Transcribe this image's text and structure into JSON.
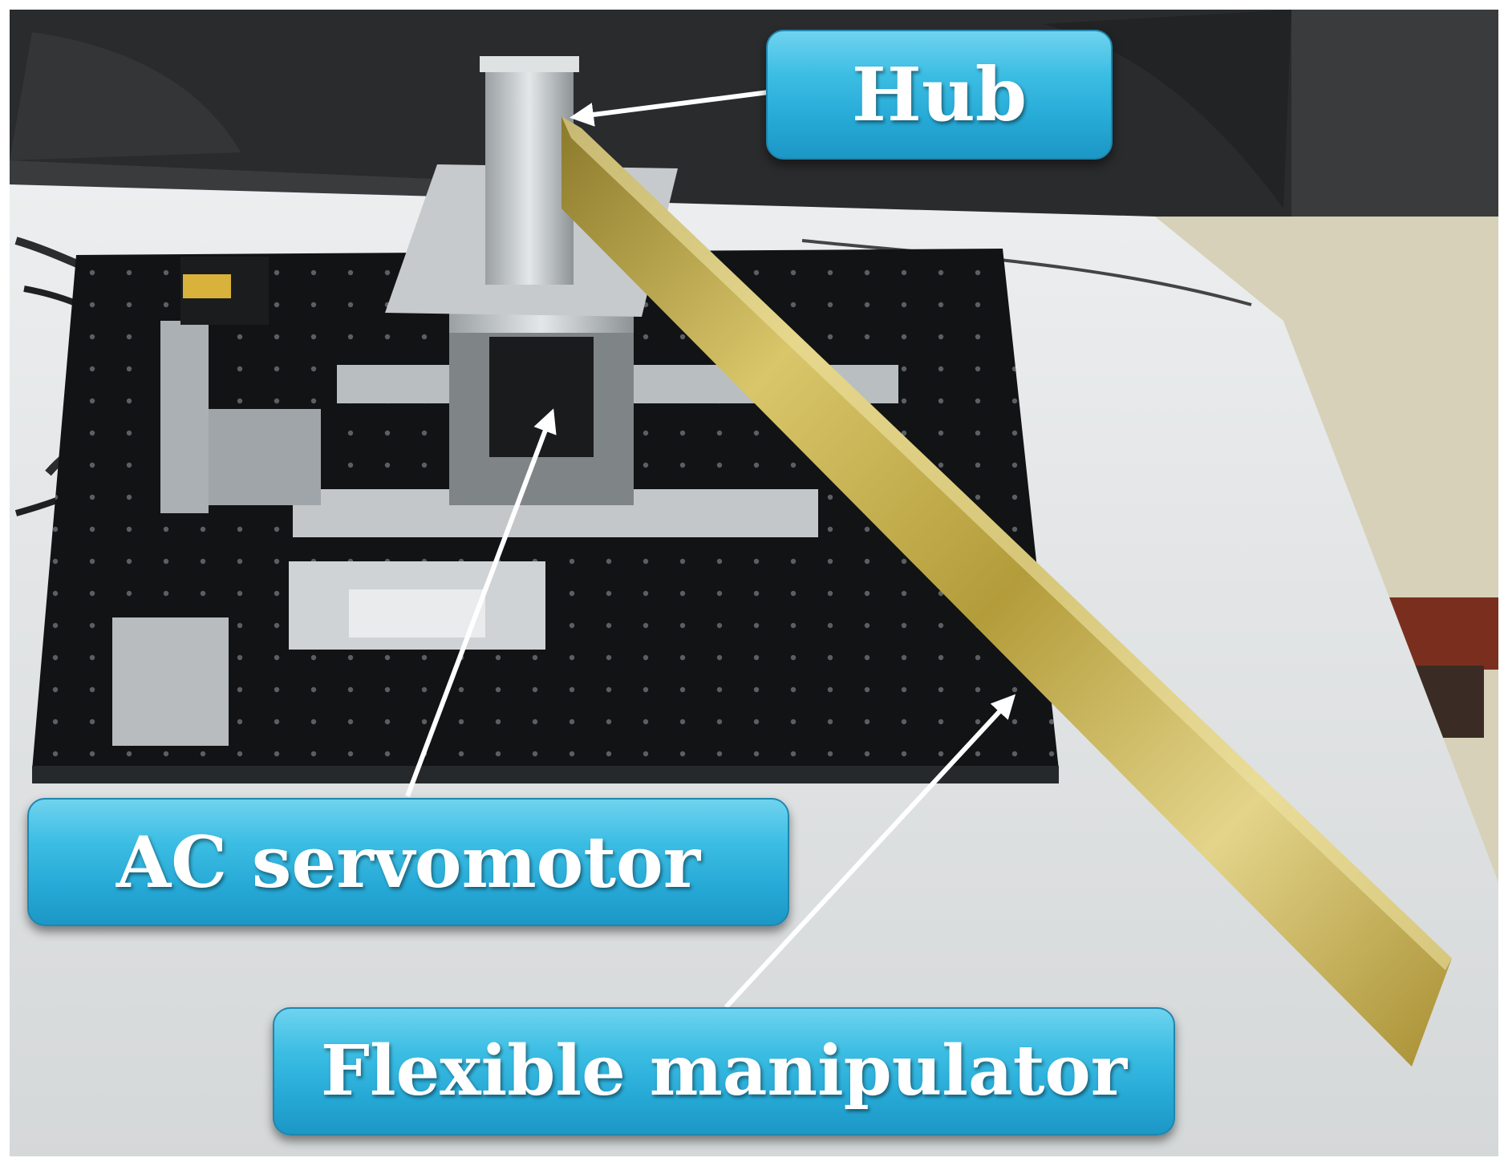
{
  "labels": {
    "hub": "Hub",
    "ac_servomotor": "AC servomotor",
    "flexible_manipulator": "Flexible manipulator"
  },
  "colors": {
    "callout_fill": "#2bb3dd",
    "callout_text": "#ffffff",
    "arrow": "#ffffff",
    "table_top": "#101214",
    "manipulator_brass": "#c9b24a",
    "desk": "#e6e9ea",
    "backdrop": "#2c2d2f"
  }
}
